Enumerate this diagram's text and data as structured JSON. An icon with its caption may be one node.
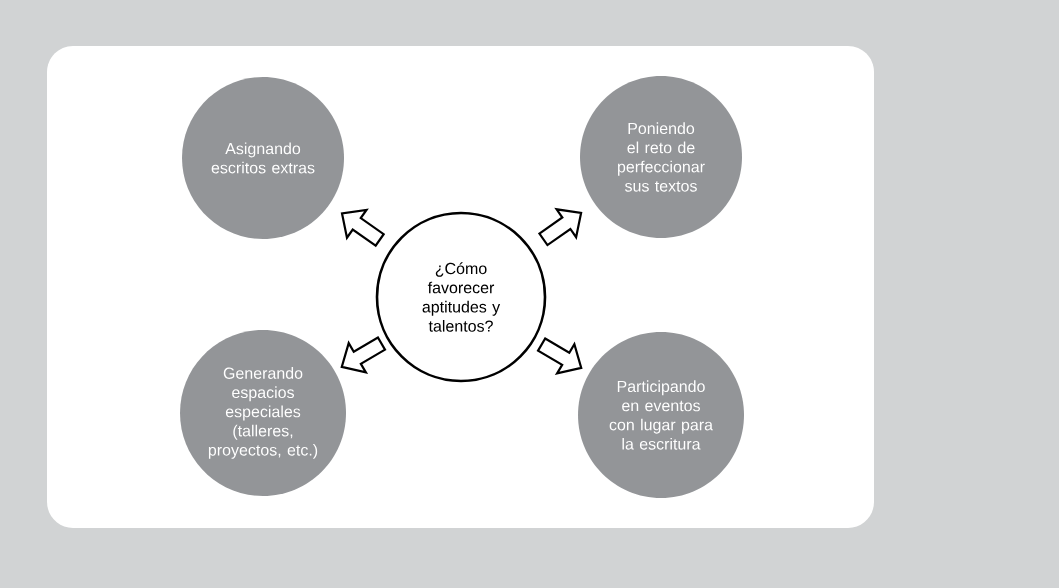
{
  "diagram": {
    "nodes": [
      {
        "text": [
          "Asignando escritos extras"
        ]
      },
      {
        "text": [
          "Poniendo el reto de perfeccionar sus textos"
        ]
      },
      {
        "text": [
          "¿Cómo favorecer aptitudes y talentos?"
        ]
      },
      {
        "text": [
          "Generando espacios especiales (talleres, proyectos, etc.)"
        ]
      },
      {
        "text": [
          "Participando en eventos con lugar para la escritura"
        ]
      }
    ],
    "edges": [
      {
        "from": 2,
        "to": 0,
        "arrow": "to"
      },
      {
        "from": 2,
        "to": 1,
        "arrow": "to"
      },
      {
        "from": 2,
        "to": 3,
        "arrow": "to"
      },
      {
        "from": 2,
        "to": 4,
        "arrow": "to"
      }
    ]
  }
}
